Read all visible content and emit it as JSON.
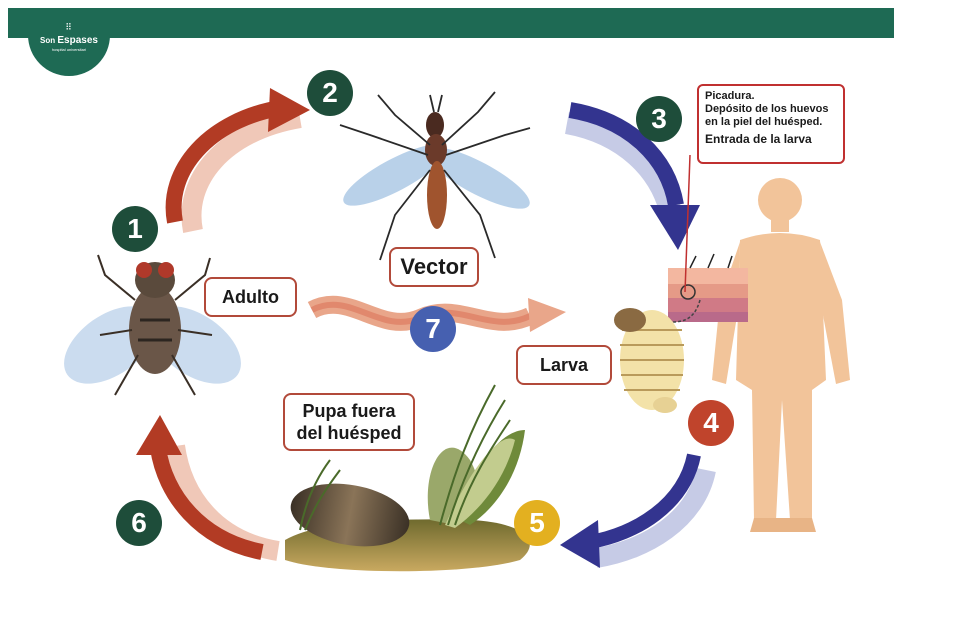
{
  "logo": {
    "name_prefix": "Son",
    "name_main": "Espases",
    "subtitle": "hospital universitari",
    "glyph": "⠿"
  },
  "steps": [
    "1",
    "2",
    "3",
    "4",
    "5",
    "6",
    "7"
  ],
  "labels": {
    "vector": "Vector",
    "adult": "Adulto",
    "larva": "Larva",
    "pupa_line1": "Pupa fuera",
    "pupa_line2": "del huésped"
  },
  "callout": {
    "line1": "Picadura.",
    "line2": "Depósito de los huevos",
    "line3": "en la piel del huésped.",
    "line4": "Entrada de la larva"
  },
  "colors": {
    "header": "#1e6a54",
    "green": "#1e4d3a",
    "red": "#c0442c",
    "yellow": "#e3b020",
    "blue": "#4660b0",
    "label_border": "#b24a3a",
    "skin": "#f2c49a"
  }
}
